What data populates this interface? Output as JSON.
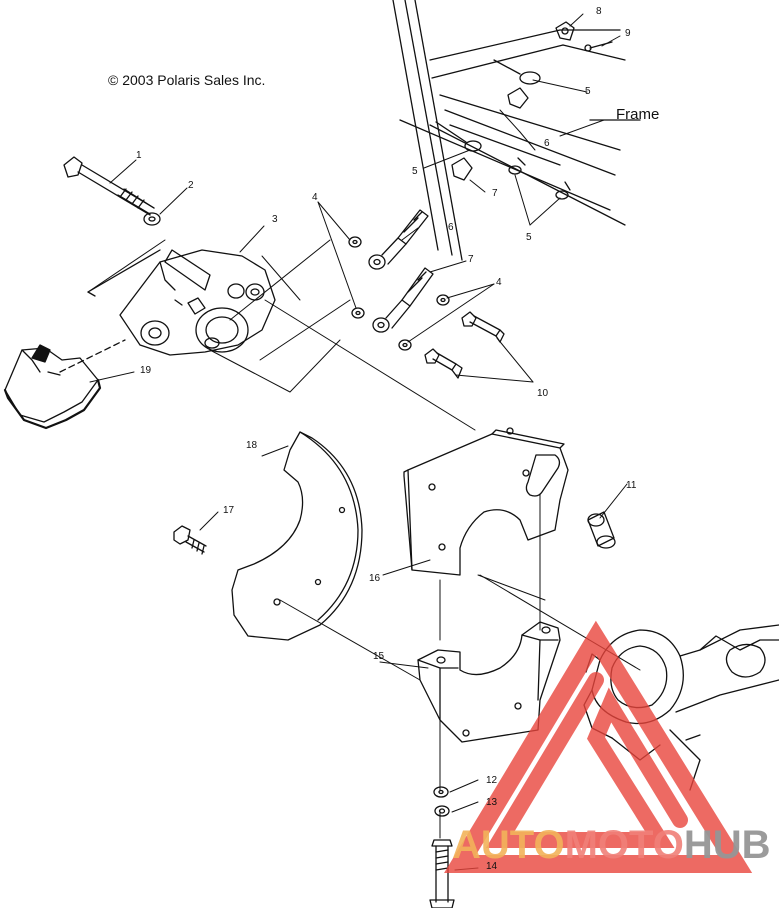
{
  "copyright": "© 2003 Polaris Sales Inc.",
  "frame_label": "Frame",
  "callouts": [
    {
      "id": "c8",
      "text": "8"
    },
    {
      "id": "c9",
      "text": "9"
    },
    {
      "id": "c5a",
      "text": "5"
    },
    {
      "id": "c6a",
      "text": "6"
    },
    {
      "id": "c5b",
      "text": "5"
    },
    {
      "id": "c7a",
      "text": "7"
    },
    {
      "id": "c5c",
      "text": "5"
    },
    {
      "id": "c1",
      "text": "1"
    },
    {
      "id": "c2",
      "text": "2"
    },
    {
      "id": "c3",
      "text": "3"
    },
    {
      "id": "c4a",
      "text": "4"
    },
    {
      "id": "c6b",
      "text": "6"
    },
    {
      "id": "c7b",
      "text": "7"
    },
    {
      "id": "c4b",
      "text": "4"
    },
    {
      "id": "c19",
      "text": "19"
    },
    {
      "id": "c10",
      "text": "10"
    },
    {
      "id": "c18",
      "text": "18"
    },
    {
      "id": "c11",
      "text": "11"
    },
    {
      "id": "c17",
      "text": "17"
    },
    {
      "id": "c16",
      "text": "16"
    },
    {
      "id": "c15",
      "text": "15"
    },
    {
      "id": "c12",
      "text": "12"
    },
    {
      "id": "c13",
      "text": "13"
    },
    {
      "id": "c14",
      "text": "14"
    }
  ],
  "watermark": {
    "part1": "AUTO",
    "part2": "MOTO",
    "part3": "HUB",
    "colors": {
      "triangle": "#e8453c",
      "auto": "#f2b25a",
      "moto": "#f08078",
      "hub": "#969696"
    }
  }
}
